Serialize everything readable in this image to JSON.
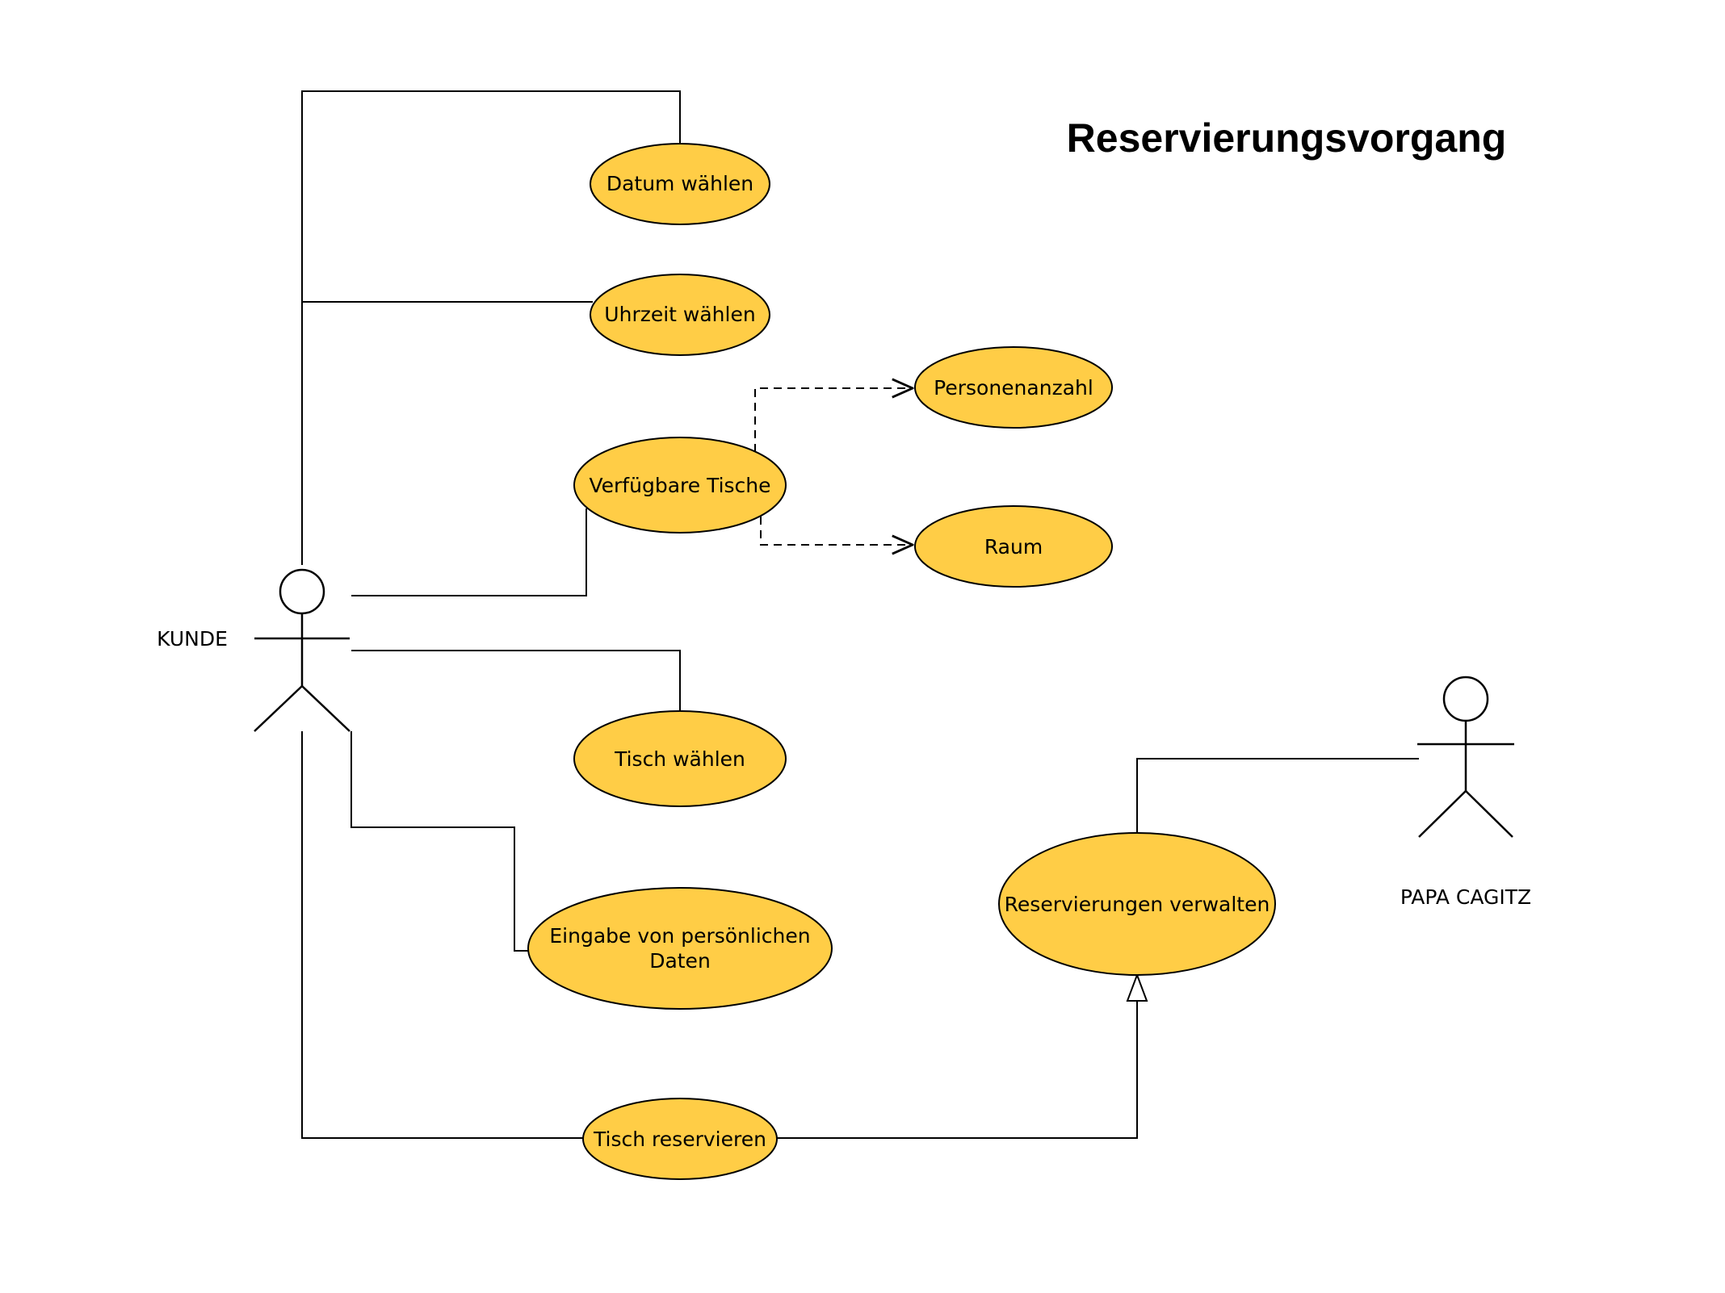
{
  "title": "Reservierungsvorgang",
  "colors": {
    "usecase_fill": "#FFCD46",
    "stroke": "#000000",
    "background": "#FFFFFF"
  },
  "actors": {
    "kunde": {
      "label": "KUNDE"
    },
    "papa": {
      "label": "PAPA CAGITZ"
    }
  },
  "usecases": {
    "datum": {
      "label": "Datum wählen"
    },
    "uhrzeit": {
      "label": "Uhrzeit wählen"
    },
    "tische": {
      "label": "Verfügbare Tische"
    },
    "personen": {
      "label": "Personenanzahl"
    },
    "raum": {
      "label": "Raum"
    },
    "tisch_waehlen": {
      "label": "Tisch wählen"
    },
    "eingabe": {
      "label_line1": "Eingabe von persönlichen",
      "label_line2": "Daten"
    },
    "reservieren": {
      "label": "Tisch reservieren"
    },
    "verwalten": {
      "label": "Reservierungen verwalten"
    }
  }
}
